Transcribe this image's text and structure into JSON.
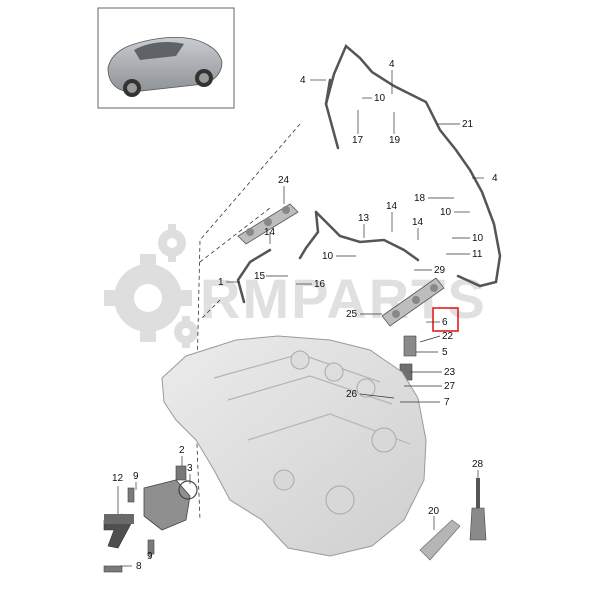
{
  "watermark": {
    "text": "RMPARTS"
  },
  "highlight_color": "#e02020",
  "callouts": [
    {
      "id": "c4a",
      "label": "4"
    },
    {
      "id": "c4b",
      "label": "4"
    },
    {
      "id": "c10a",
      "label": "10"
    },
    {
      "id": "c21",
      "label": "21"
    },
    {
      "id": "c17",
      "label": "17"
    },
    {
      "id": "c19",
      "label": "19"
    },
    {
      "id": "c4c",
      "label": "4"
    },
    {
      "id": "c18",
      "label": "18"
    },
    {
      "id": "c10b",
      "label": "10"
    },
    {
      "id": "c24",
      "label": "24"
    },
    {
      "id": "c14a",
      "label": "14"
    },
    {
      "id": "c13",
      "label": "13"
    },
    {
      "id": "c14b",
      "label": "14"
    },
    {
      "id": "c14c",
      "label": "14"
    },
    {
      "id": "c10c",
      "label": "10"
    },
    {
      "id": "c10d",
      "label": "10"
    },
    {
      "id": "c11",
      "label": "11"
    },
    {
      "id": "c15",
      "label": "15"
    },
    {
      "id": "c16",
      "label": "16"
    },
    {
      "id": "c1",
      "label": "1"
    },
    {
      "id": "c29",
      "label": "29"
    },
    {
      "id": "c25",
      "label": "25"
    },
    {
      "id": "c6",
      "label": "6"
    },
    {
      "id": "c22",
      "label": "22"
    },
    {
      "id": "c5",
      "label": "5"
    },
    {
      "id": "c23",
      "label": "23"
    },
    {
      "id": "c27",
      "label": "27"
    },
    {
      "id": "c26",
      "label": "26"
    },
    {
      "id": "c7",
      "label": "7"
    },
    {
      "id": "c2",
      "label": "2"
    },
    {
      "id": "c3",
      "label": "3"
    },
    {
      "id": "c12",
      "label": "12"
    },
    {
      "id": "c9a",
      "label": "9"
    },
    {
      "id": "c9b",
      "label": "9"
    },
    {
      "id": "c8",
      "label": "8"
    },
    {
      "id": "c28",
      "label": "28"
    },
    {
      "id": "c20",
      "label": "20"
    }
  ]
}
